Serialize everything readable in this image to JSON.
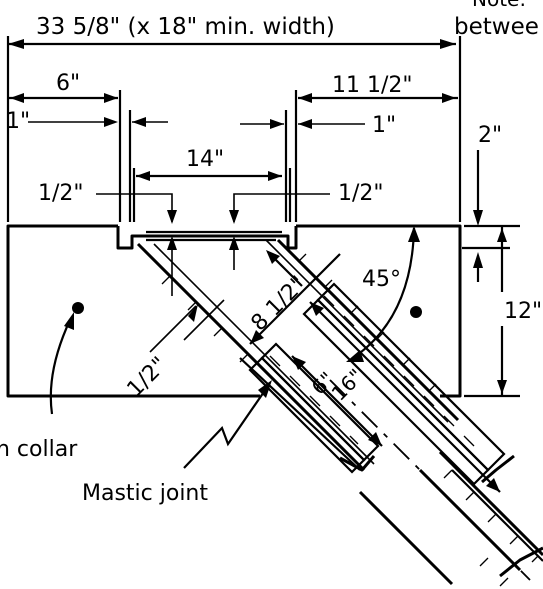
{
  "labels": {
    "overall_width": "33 5/8\" (x 18\" min. width)",
    "note_fragment_top": "Note:",
    "note_fragment_bottom": "betwee",
    "dim_6": "6\"",
    "dim_1_left": "1\"",
    "dim_11_half": "11  1/2\"",
    "dim_1_right": "1\"",
    "dim_14": "14\"",
    "dim_2": "2\"",
    "dim_half_left": "1/2\"",
    "dim_half_right": "1/2\"",
    "dim_12": "12\"",
    "angle_45": "45°",
    "dim_8_half": "8 1/2\"",
    "dim_half_diag": "1/2\"",
    "dim_6_diag": "6\"",
    "dim_16_diag": "16\"",
    "collar_fragment": "h  collar",
    "mastic_joint": "Mastic  joint"
  },
  "colors": {
    "ink": "#000000",
    "paper": "#ffffff"
  }
}
